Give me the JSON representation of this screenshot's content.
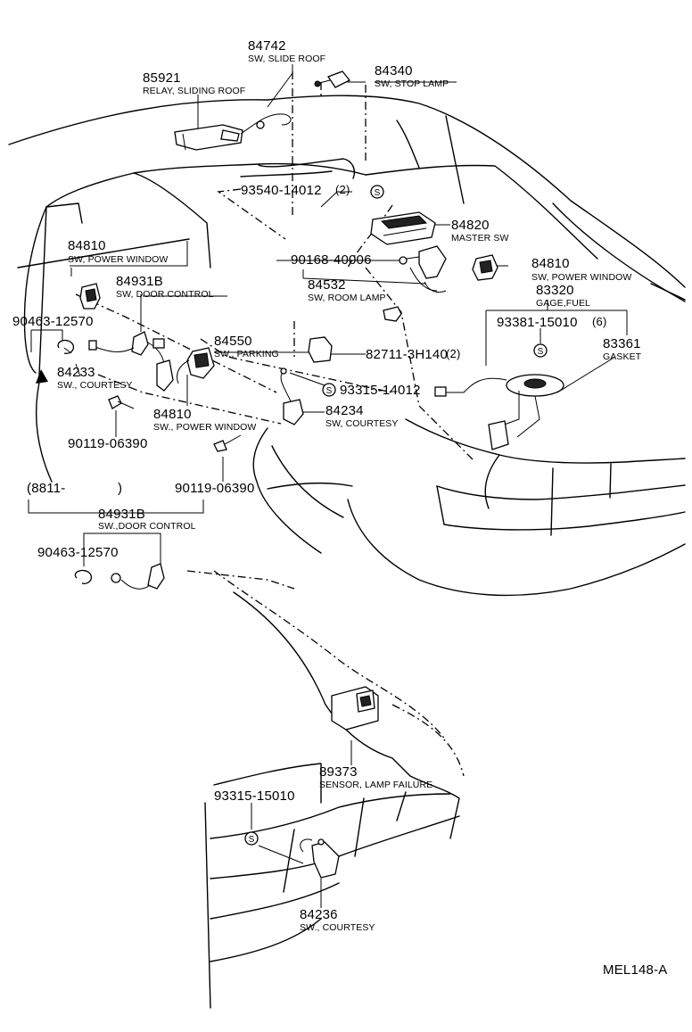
{
  "parts": {
    "p84742": {
      "number": "84742",
      "desc": "SW, SLIDE ROOF"
    },
    "p85921": {
      "number": "85921",
      "desc": "RELAY, SLIDING ROOF"
    },
    "p84340": {
      "number": "84340",
      "desc": "SW, STOP LAMP"
    },
    "p93540": {
      "number": "93540-14012",
      "qty": "(2)",
      "mark": "S"
    },
    "p84820": {
      "number": "84820",
      "desc": "MASTER SW"
    },
    "p84810a": {
      "number": "84810",
      "desc": "SW, POWER WINDOW"
    },
    "p84810b": {
      "number": "84810",
      "desc": "SW, POWER WINDOW"
    },
    "p84810c": {
      "number": "84810",
      "desc": "SW., POWER WINDOW"
    },
    "p90168": {
      "number": "90168-40006"
    },
    "p84532": {
      "number": "84532",
      "desc": "SW, ROOM LAMP"
    },
    "p84931a": {
      "number": "84931B",
      "desc": "SW, DOOR CONTROL"
    },
    "p83320": {
      "number": "83320",
      "desc": "GAGE,FUEL"
    },
    "p93381": {
      "number": "93381-15010",
      "qty": "(6)",
      "mark": "S"
    },
    "p83361": {
      "number": "83361",
      "desc": "GASKET"
    },
    "p90463a": {
      "number": "90463-12570"
    },
    "p84550": {
      "number": "84550",
      "desc": "SW., PARKING"
    },
    "p82711": {
      "number": "82711-3H140",
      "qty": "(2)"
    },
    "p84233": {
      "number": "84233",
      "desc": "SW., COURTESY"
    },
    "p93315a": {
      "number": "93315-14012",
      "mark": "S"
    },
    "p84234": {
      "number": "84234",
      "desc": "SW, COURTESY"
    },
    "p90119a": {
      "number": "90119-06390"
    },
    "p90119b": {
      "number": "90119-06390"
    },
    "p84931b": {
      "number": "84931B",
      "desc": "SW.,DOOR CONTROL"
    },
    "p90463b": {
      "number": "90463-12570"
    },
    "p89373": {
      "number": "89373",
      "desc": "SENSOR, LAMP FAILURE"
    },
    "p93315b": {
      "number": "93315-15010",
      "mark": "S"
    },
    "p84236": {
      "number": "84236",
      "desc": "SW., COURTESY"
    }
  },
  "inset": {
    "label": "(8811-",
    "close": ")"
  },
  "code": "MEL148-A"
}
